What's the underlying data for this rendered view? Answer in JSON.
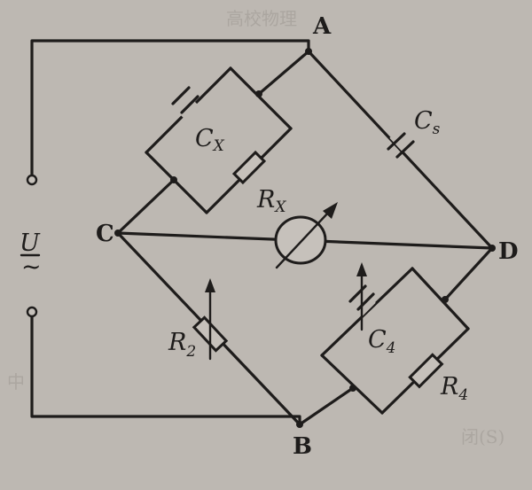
{
  "nodes": {
    "a": "A",
    "b": "B",
    "c": "C",
    "d": "D"
  },
  "components": {
    "cx": {
      "symbol": "C",
      "sub": "X"
    },
    "rx": {
      "symbol": "R",
      "sub": "X"
    },
    "cs": {
      "symbol": "C",
      "sub": "s"
    },
    "r2": {
      "symbol": "R",
      "sub": "2"
    },
    "c4": {
      "symbol": "C",
      "sub": "4"
    },
    "r4": {
      "symbol": "R",
      "sub": "4"
    }
  },
  "source": {
    "symbol": "U",
    "mark": "~"
  },
  "background_text": {
    "left_top": "高校物理",
    "left_mid": "中",
    "left_low": "闭(S)"
  },
  "colors": {
    "ink": "#1e1c1b",
    "paper": "#bdb8b2"
  }
}
